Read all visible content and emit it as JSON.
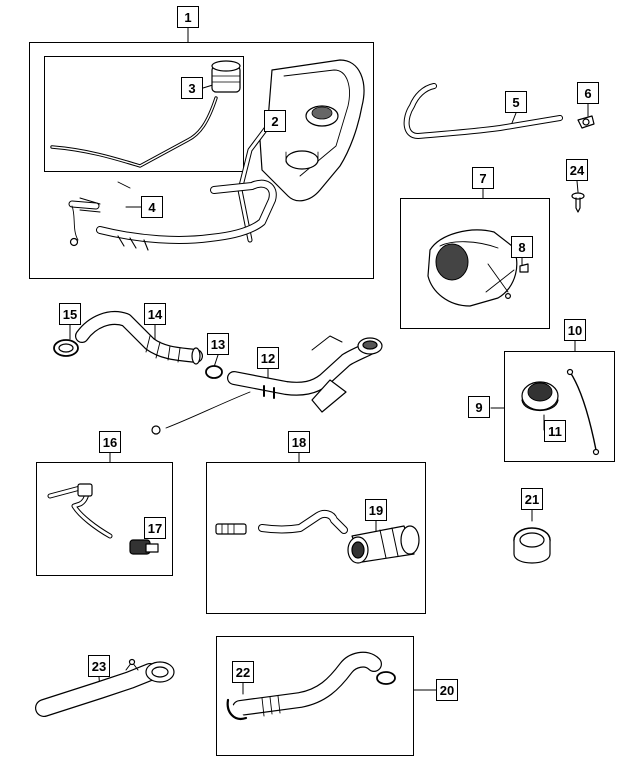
{
  "callouts": {
    "c1": "1",
    "c2": "2",
    "c3": "3",
    "c4": "4",
    "c5": "5",
    "c6": "6",
    "c7": "7",
    "c8": "8",
    "c9": "9",
    "c10": "10",
    "c11": "11",
    "c12": "12",
    "c13": "13",
    "c14": "14",
    "c15": "15",
    "c16": "16",
    "c17": "17",
    "c18": "18",
    "c19": "19",
    "c20": "20",
    "c21": "21",
    "c22": "22",
    "c23": "23",
    "c24": "24"
  },
  "colors": {
    "line": "#000000",
    "part_fill": "#ffffff",
    "shade": "#555555"
  }
}
